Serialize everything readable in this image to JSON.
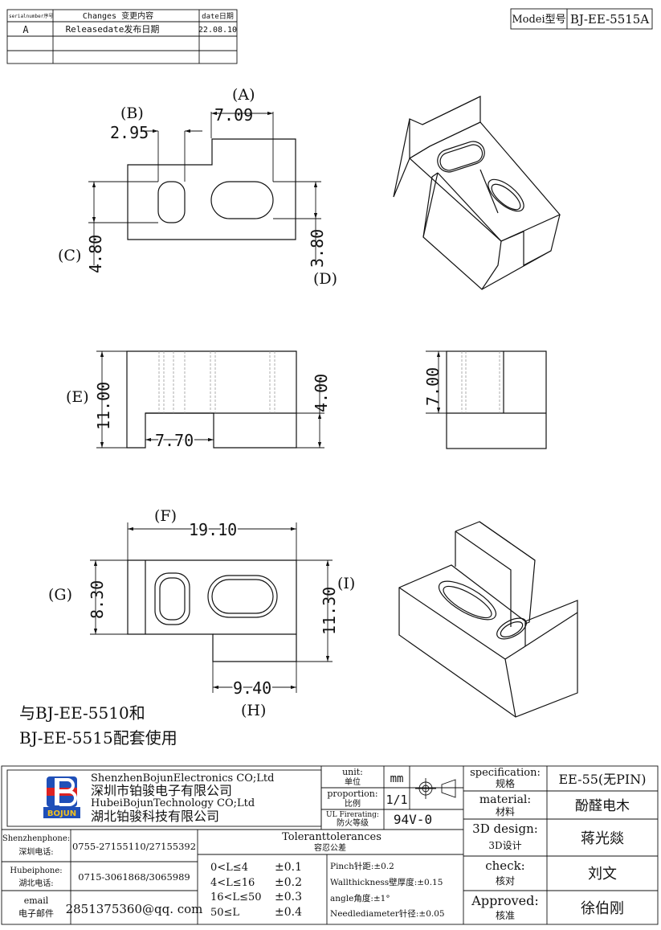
{
  "revision_table": {
    "headers": [
      "serialnumber序号",
      "Changes 变更内容",
      "date日期"
    ],
    "rows": [
      [
        "A",
        "Releasedate发布日期",
        "22.08.10"
      ]
    ]
  },
  "model": {
    "label": "Modei型号",
    "value": "BJ-EE-5515A"
  },
  "dimensions": {
    "A": {
      "letter": "(A)",
      "value": "7.09"
    },
    "B": {
      "letter": "(B)",
      "value": "2.95"
    },
    "C": {
      "letter": "(C)",
      "value": "4.80"
    },
    "D": {
      "letter": "(D)",
      "value": "3.80"
    },
    "E": {
      "letter": "(E)",
      "value": "11.00"
    },
    "E2": {
      "value": "4.00"
    },
    "side": {
      "value": "7.00"
    },
    "gap": {
      "value": "7.70"
    },
    "F": {
      "letter": "(F)",
      "value": "19.10"
    },
    "G": {
      "letter": "(G)",
      "value": "8.30"
    },
    "I": {
      "letter": "(I)",
      "value": "11.30"
    },
    "H": {
      "letter": "(H)",
      "value": "9.40"
    }
  },
  "note": {
    "line1": "与BJ-EE-5510和",
    "line2": "BJ-EE-5515配套使用"
  },
  "title_block": {
    "company_en1": "ShenzhenBojunElectronics CO;Ltd",
    "company_cn1": "深圳市铂骏电子有限公司",
    "company_en2": "HubeiBojunTechnology CO;Ltd",
    "company_cn2": "湖北铂骏科技有限公司",
    "logo_text": "BOJUN",
    "unit_label_en": "unit:",
    "unit_label_cn": "单位",
    "unit_value": "mm",
    "proportion_label_en": "proportion:",
    "proportion_label_cn": "比例",
    "proportion_value": "1/1",
    "ul_label_en": "UL Firerating:",
    "ul_label_cn": "防火等级",
    "ul_value": "94V-0",
    "spec_label_en": "specification:",
    "spec_label_cn": "规格",
    "spec_value": "EE-55(无PIN)",
    "material_label_en": "material:",
    "material_label_cn": "材料",
    "material_value": "酚醛电木",
    "design_label_en": "3D design:",
    "design_label_cn": "3D设计",
    "design_value": "蒋光燚",
    "check_label_en": "check:",
    "check_label_cn": "核对",
    "check_value": "刘文",
    "approved_label_en": "Approved:",
    "approved_label_cn": "核准",
    "approved_value": "徐伯刚",
    "phone_sz_label_en": "Shenzhenphone:",
    "phone_sz_label_cn": "深圳电话:",
    "phone_sz_value": "0755-27155110/27155392",
    "phone_hb_label_en": "Hubeiphone:",
    "phone_hb_label_cn": "湖北电话:",
    "phone_hb_value": "0715-3061868/3065989",
    "email_label_en": "email",
    "email_label_cn": "电子邮件",
    "email_value": "2851375360@qq. com",
    "tol_title_en": "Toleranttolerances",
    "tol_title_cn": "容忍公差",
    "tol_rows": [
      {
        "range": "0<L≤4",
        "tol": "±0.1"
      },
      {
        "range": "4<L≤16",
        "tol": "±0.2"
      },
      {
        "range": "16<L≤50",
        "tol": "±0.3"
      },
      {
        "range": "50≤L",
        "tol": "±0.4"
      }
    ],
    "tol_notes": [
      "Pinch针距:±0.2",
      "Wallthickness壁厚度:±0.15",
      "angle角度:±1°",
      "Needlediameter针径:±0.05"
    ]
  }
}
